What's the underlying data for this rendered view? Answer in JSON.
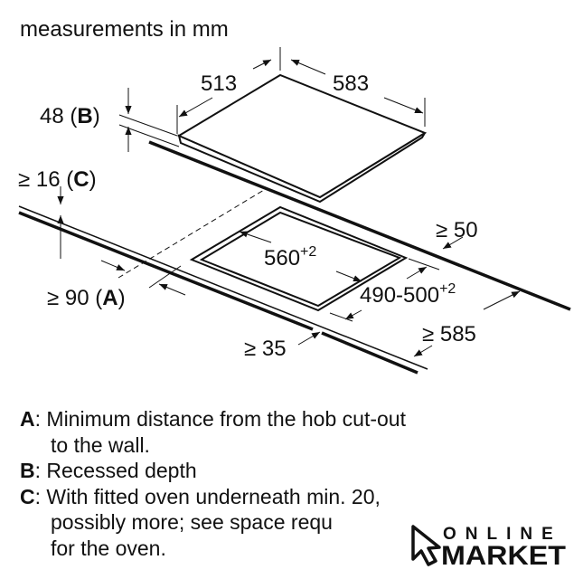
{
  "title": "measurements in mm",
  "dimensions": {
    "hob_depth": "513",
    "hob_width": "583",
    "recess_depth": "48",
    "recess_label": "B",
    "min_thickness": "≥ 16",
    "min_thickness_label": "C",
    "wall_distance": "≥ 90",
    "wall_distance_label": "A",
    "cutout_width": "560",
    "cutout_width_tol": "+2",
    "cutout_depth": "490-500",
    "cutout_depth_tol": "+2",
    "back_clearance": "≥ 50",
    "front_clearance": "≥ 35",
    "counter_depth": "≥ 585"
  },
  "legend": [
    {
      "key": "A",
      "text": ": Minimum distance from the hob cut-out",
      "cont": "to the wall."
    },
    {
      "key": "B",
      "text": ": Recessed depth"
    },
    {
      "key": "C",
      "text": ": With fitted oven underneath min. 20,",
      "cont": "possibly more; see space requ",
      "cont2": "for the oven."
    }
  ],
  "watermark": {
    "line1": "ONLINE",
    "line2": "MARKET"
  }
}
